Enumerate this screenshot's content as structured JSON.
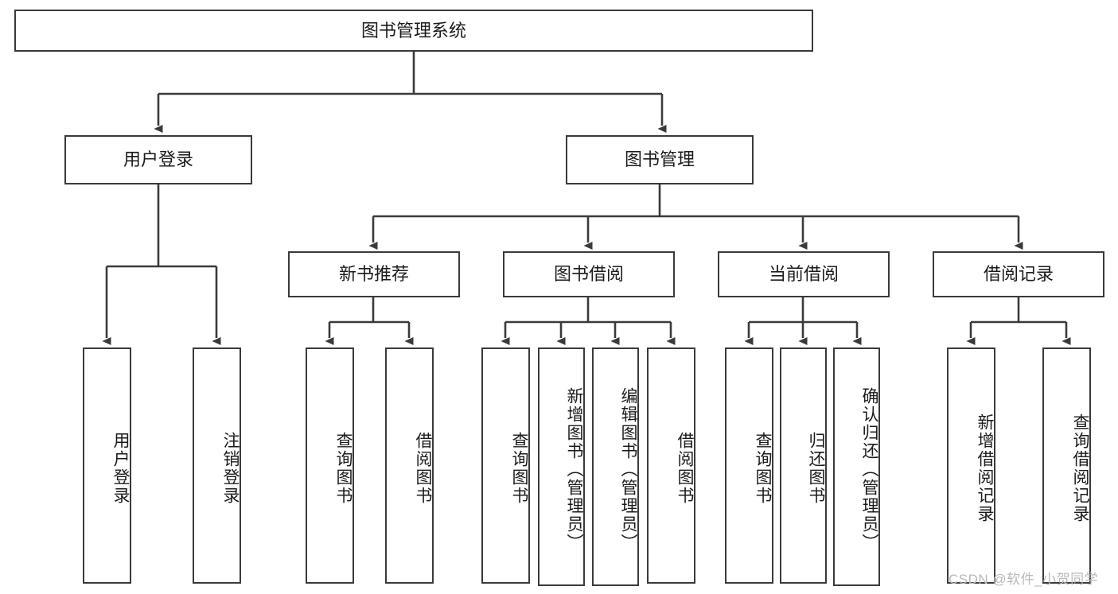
{
  "diagram": {
    "title": "图书管理系统",
    "type": "tree-hierarchy-chart",
    "colors": {
      "box_border": "#3a3a3a",
      "box_fill": "#ffffff",
      "edge": "#3a3a3a",
      "text": "#1b1b1b",
      "watermark": "#b9b9b9",
      "background": "#ffffff"
    },
    "watermark": "CSDN @软件_小贺同学",
    "nodes": {
      "root": {
        "label": "图书管理系统"
      },
      "level2": [
        {
          "id": "user-login",
          "label": "用户登录"
        },
        {
          "id": "book-manage",
          "label": "图书管理"
        }
      ],
      "level3": [
        {
          "id": "new-book-recommend",
          "label": "新书推荐"
        },
        {
          "id": "book-borrow",
          "label": "图书借阅"
        },
        {
          "id": "current-borrow",
          "label": "当前借阅"
        },
        {
          "id": "borrow-record",
          "label": "借阅记录"
        }
      ],
      "leaves": {
        "user_login": [
          {
            "id": "leaf-user-login",
            "label": "用户登录"
          },
          {
            "id": "leaf-logout-login",
            "label": "注销登录"
          }
        ],
        "new_book_recommend": [
          {
            "id": "leaf-query-book-1",
            "label": "查询图书"
          },
          {
            "id": "leaf-borrow-book-1",
            "label": "借阅图书"
          }
        ],
        "book_borrow": [
          {
            "id": "leaf-query-book-2",
            "label": "查询图书"
          },
          {
            "id": "leaf-add-book",
            "label": "新增图书（管理员）"
          },
          {
            "id": "leaf-edit-book",
            "label": "编辑图书（管理员）"
          },
          {
            "id": "leaf-borrow-book-2",
            "label": "借阅图书"
          }
        ],
        "current_borrow": [
          {
            "id": "leaf-query-book-3",
            "label": "查询图书"
          },
          {
            "id": "leaf-return-book",
            "label": "归还图书"
          },
          {
            "id": "leaf-confirm-return",
            "label": "确认归还（管理员）"
          }
        ],
        "borrow_record": [
          {
            "id": "leaf-add-record",
            "label": "新增借阅记录"
          },
          {
            "id": "leaf-query-record",
            "label": "查询借阅记录"
          }
        ]
      }
    }
  }
}
